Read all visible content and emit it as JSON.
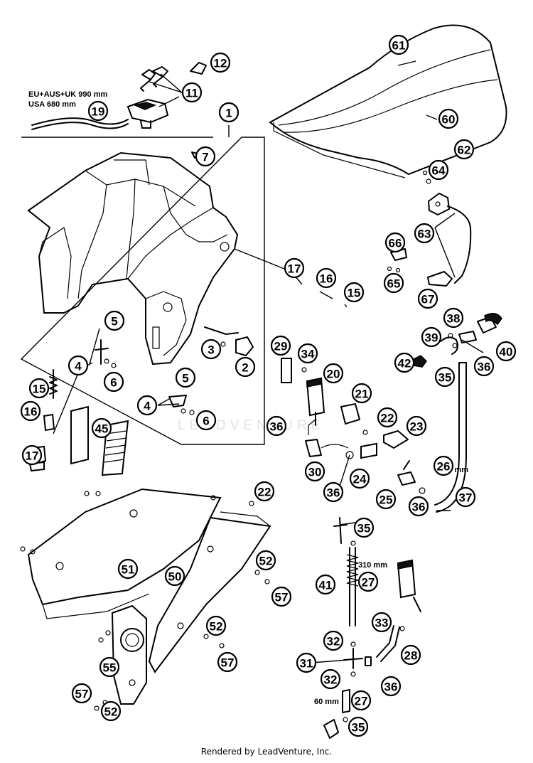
{
  "diagram": {
    "callouts": [
      {
        "id": "c1",
        "label": "1"
      },
      {
        "id": "c2",
        "label": "2"
      },
      {
        "id": "c3",
        "label": "3"
      },
      {
        "id": "c4a",
        "label": "4"
      },
      {
        "id": "c4b",
        "label": "4"
      },
      {
        "id": "c5a",
        "label": "5"
      },
      {
        "id": "c5b",
        "label": "5"
      },
      {
        "id": "c6a",
        "label": "6"
      },
      {
        "id": "c6b",
        "label": "6"
      },
      {
        "id": "c7",
        "label": "7"
      },
      {
        "id": "c11",
        "label": "11"
      },
      {
        "id": "c12",
        "label": "12"
      },
      {
        "id": "c15a",
        "label": "15"
      },
      {
        "id": "c15b",
        "label": "15"
      },
      {
        "id": "c16a",
        "label": "16"
      },
      {
        "id": "c16b",
        "label": "16"
      },
      {
        "id": "c17a",
        "label": "17"
      },
      {
        "id": "c17b",
        "label": "17"
      },
      {
        "id": "c19",
        "label": "19"
      },
      {
        "id": "c20",
        "label": "20"
      },
      {
        "id": "c21",
        "label": "21"
      },
      {
        "id": "c22a",
        "label": "22"
      },
      {
        "id": "c22b",
        "label": "22"
      },
      {
        "id": "c23",
        "label": "23"
      },
      {
        "id": "c24",
        "label": "24"
      },
      {
        "id": "c25",
        "label": "25"
      },
      {
        "id": "c26",
        "label": "26"
      },
      {
        "id": "c27a",
        "label": "27"
      },
      {
        "id": "c27b",
        "label": "27"
      },
      {
        "id": "c28",
        "label": "28"
      },
      {
        "id": "c29",
        "label": "29"
      },
      {
        "id": "c30",
        "label": "30"
      },
      {
        "id": "c31",
        "label": "31"
      },
      {
        "id": "c32a",
        "label": "32"
      },
      {
        "id": "c32b",
        "label": "32"
      },
      {
        "id": "c33",
        "label": "33"
      },
      {
        "id": "c34",
        "label": "34"
      },
      {
        "id": "c35a",
        "label": "35"
      },
      {
        "id": "c35b",
        "label": "35"
      },
      {
        "id": "c35c",
        "label": "35"
      },
      {
        "id": "c36a",
        "label": "36"
      },
      {
        "id": "c36b",
        "label": "36"
      },
      {
        "id": "c36c",
        "label": "36"
      },
      {
        "id": "c36d",
        "label": "36"
      },
      {
        "id": "c36e",
        "label": "36"
      },
      {
        "id": "c37",
        "label": "37"
      },
      {
        "id": "c38",
        "label": "38"
      },
      {
        "id": "c39",
        "label": "39"
      },
      {
        "id": "c40",
        "label": "40"
      },
      {
        "id": "c41",
        "label": "41"
      },
      {
        "id": "c42",
        "label": "42"
      },
      {
        "id": "c45",
        "label": "45"
      },
      {
        "id": "c50",
        "label": "50"
      },
      {
        "id": "c51",
        "label": "51"
      },
      {
        "id": "c52a",
        "label": "52"
      },
      {
        "id": "c52b",
        "label": "52"
      },
      {
        "id": "c52c",
        "label": "52"
      },
      {
        "id": "c55",
        "label": "55"
      },
      {
        "id": "c57a",
        "label": "57"
      },
      {
        "id": "c57b",
        "label": "57"
      },
      {
        "id": "c57c",
        "label": "57"
      },
      {
        "id": "c60",
        "label": "60"
      },
      {
        "id": "c61",
        "label": "61"
      },
      {
        "id": "c62",
        "label": "62"
      },
      {
        "id": "c63",
        "label": "63"
      },
      {
        "id": "c64",
        "label": "64"
      },
      {
        "id": "c65",
        "label": "65"
      },
      {
        "id": "c66",
        "label": "66"
      },
      {
        "id": "c67",
        "label": "67"
      }
    ],
    "notes": {
      "hose_length_line1": "EU+AUS+UK 990 mm",
      "hose_length_line2": "USA 680 mm",
      "hose_320": "320 mm",
      "rod_310": "310 mm",
      "rod_60": "60 mm"
    }
  },
  "watermark": "LEADVENTURE",
  "footer": "Rendered by LeadVenture, Inc."
}
